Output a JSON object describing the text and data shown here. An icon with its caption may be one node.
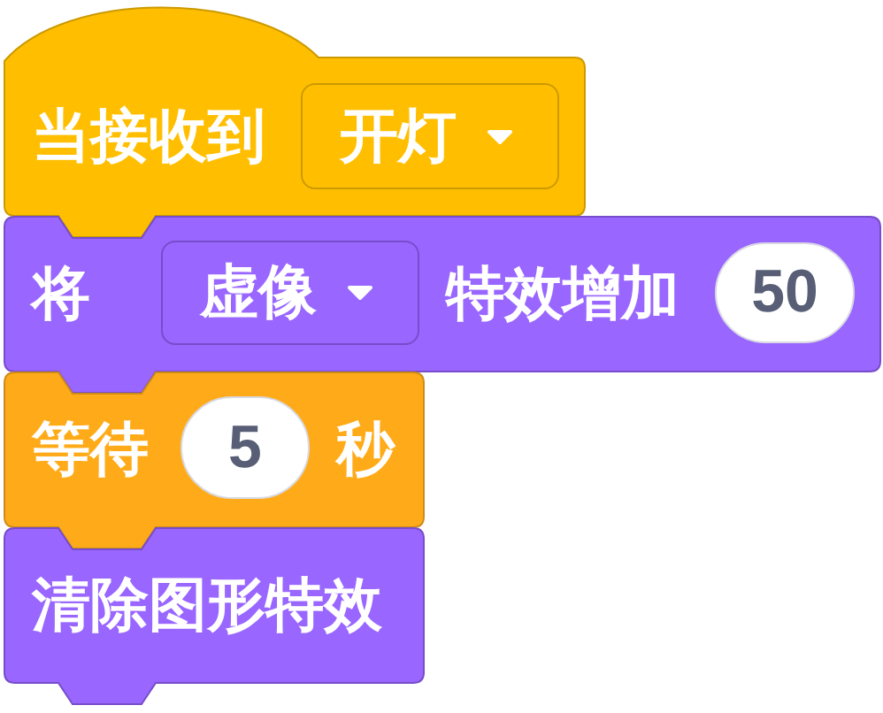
{
  "diagram": {
    "nodes": [
      {
        "text": [
          "当接收到"
        ]
      },
      {
        "text": [
          "开灯"
        ],
        "in": 0
      },
      {
        "text": [
          "将",
          "特效增加"
        ]
      },
      {
        "text": [
          "虚像"
        ],
        "in": 2
      },
      {
        "text": [
          "50"
        ],
        "in": 2
      },
      {
        "text": [
          "等待",
          "秒"
        ]
      },
      {
        "text": [
          "5"
        ],
        "in": 5
      },
      {
        "text": [
          "清除图形特效"
        ]
      }
    ]
  }
}
